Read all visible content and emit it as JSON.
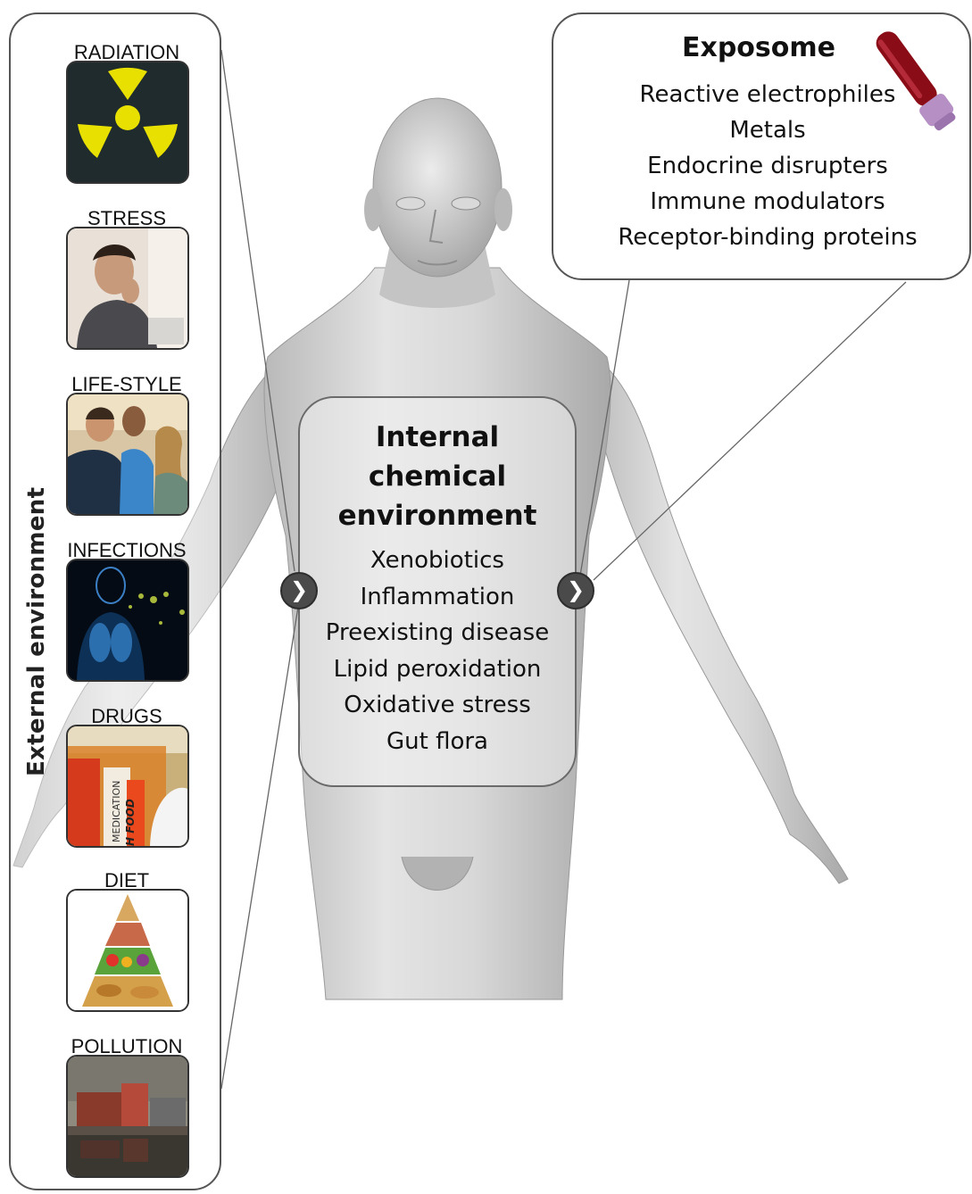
{
  "external": {
    "label": "External environment",
    "factors": [
      {
        "label": "RADIATION",
        "icon": "radiation-icon"
      },
      {
        "label": "STRESS",
        "icon": "stressed-man-photo"
      },
      {
        "label": "LIFE-STYLE",
        "icon": "friends-photo"
      },
      {
        "label": "INFECTIONS",
        "icon": "infection-lungs-photo"
      },
      {
        "label": "DRUGS",
        "icon": "pill-bottles-photo"
      },
      {
        "label": "DIET",
        "icon": "food-pyramid-photo"
      },
      {
        "label": "POLLUTION",
        "icon": "polluted-city-photo"
      }
    ],
    "drug_bottle_text": [
      "MEDICATION",
      "H FOOD"
    ]
  },
  "exposome": {
    "title": "Exposome",
    "items": [
      "Reactive electrophiles",
      "Metals",
      "Endocrine disrupters",
      "Immune modulators",
      "Receptor-binding proteins"
    ],
    "icon": "blood-vial-icon"
  },
  "internal": {
    "title_lines": [
      "Internal",
      "chemical",
      "environment"
    ],
    "items": [
      "Xenobiotics",
      "Inflammation",
      "Preexisting disease",
      "Lipid peroxidation",
      "Oxidative stress",
      "Gut flora"
    ]
  },
  "arrows": {
    "symbol": "❯"
  },
  "colors": {
    "panel_border": "#555555",
    "body": "#c8c8c8",
    "radiation_yellow": "#e8e000",
    "text": "#111111"
  }
}
